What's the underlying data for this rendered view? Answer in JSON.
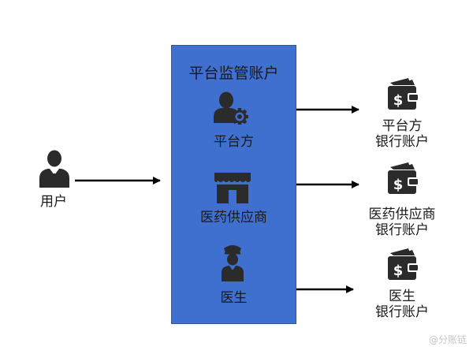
{
  "user": {
    "label": "用户"
  },
  "platform": {
    "title": "平台监管账户",
    "items": [
      {
        "label": "平台方",
        "icon": "user-gear-icon"
      },
      {
        "label": "医药供应商",
        "icon": "store-icon"
      },
      {
        "label": "医生",
        "icon": "police-officer-icon"
      }
    ]
  },
  "accounts": [
    {
      "line1": "平台方",
      "line2": "银行账户",
      "icon": "wallet-dollar-icon"
    },
    {
      "line1": "医药供应商",
      "line2": "银行账户",
      "icon": "wallet-dollar-icon"
    },
    {
      "line1": "医生",
      "line2": "银行账户",
      "icon": "wallet-dollar-icon"
    }
  ],
  "watermark": "@分账链",
  "colors": {
    "box": "#3f6fcf",
    "icon": "#2b2b2b",
    "arrow": "#000000"
  }
}
